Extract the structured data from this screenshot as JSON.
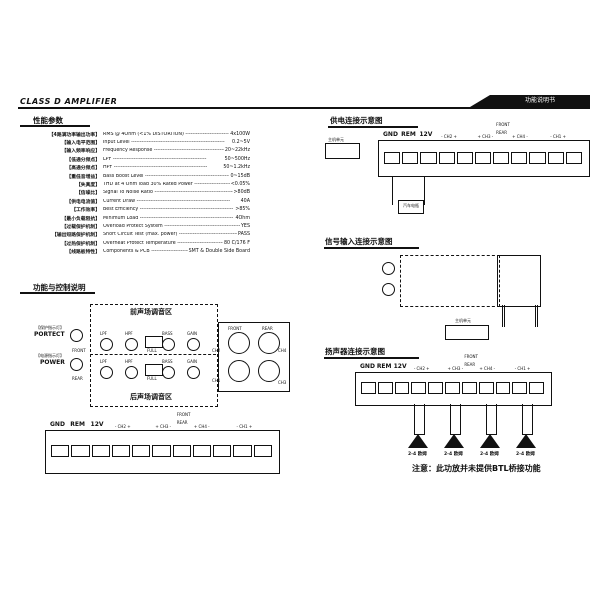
{
  "header": {
    "brand": "CLASS D AMPLIFIER",
    "tab": "功能说明书"
  },
  "specs": {
    "title": "性能参数",
    "rows": [
      {
        "label": "【4路满功率输出功率】",
        "name": "RMS @ 4Ohm (<1% DISTORTION)",
        "value": "4x100W"
      },
      {
        "label": "【输入电平范围】",
        "name": "Input Level",
        "value": "0.2~5V"
      },
      {
        "label": "【输入频率响应】",
        "name": "Frequency Response",
        "value": "20~22kHz"
      },
      {
        "label": "【低通分频点】",
        "name": "LPF",
        "value": "50~500Hz"
      },
      {
        "label": "【高通分频点】",
        "name": "HPF",
        "value": "50~1.2kHz"
      },
      {
        "label": "【重低音增益】",
        "name": "Bass Boost Level",
        "value": "0~15dB"
      },
      {
        "label": "【失真度】",
        "name": "THD at 4 Ohm load 30% Rated Power",
        "value": "<0.05%"
      },
      {
        "label": "【信噪比】",
        "name": "Signal To Noise Ratio",
        "value": ">80dB"
      },
      {
        "label": "【供电电流值】",
        "name": "Current Draw",
        "value": "40A"
      },
      {
        "label": "【工作效率】",
        "name": "Best Efficiency",
        "value": ">85%"
      },
      {
        "label": "【最小负载阻抗】",
        "name": "Minimum Load",
        "value": "4Ohm"
      },
      {
        "label": "【过载保护机制】",
        "name": "Overload Protect System",
        "value": "YES"
      },
      {
        "label": "【输出短路保护机制】",
        "name": "Short Circuit Test (max. power)",
        "value": "PASS"
      },
      {
        "label": "【过热保护机制】",
        "name": "Overheat Protect Temperature",
        "value": "80 C/176 F"
      },
      {
        "label": "【线路板特性】",
        "name": "Components & PCB",
        "value": "SMT & Double Side Board"
      }
    ]
  },
  "controls": {
    "title": "功能与控制说明",
    "front_zone": "前声场调音区",
    "rear_zone": "后声场调音区",
    "protect": "PORTECT",
    "protect_cn": "【保护指示灯】",
    "power": "POWER",
    "power_cn": "【电源指示灯】",
    "front": "FRONT",
    "rear": "REAR",
    "knobs": [
      "LPF",
      "HPF",
      "BASS",
      "GAIN"
    ],
    "full": "FULL",
    "ch": [
      "CH2",
      "CH4",
      "CH1",
      "CH3"
    ],
    "rca_front": "FRONT",
    "rca_rear": "REAR"
  },
  "terminals": {
    "gnd": "GND",
    "rem": "REM",
    "v12": "12V",
    "ch2": "- CH2 +",
    "ch3": "+ CH3 -",
    "ch4": "+ CH4 -",
    "ch1": "- CH1 +",
    "front": "FRONT",
    "rear": "REAR"
  },
  "power_diagram": {
    "title": "供电连接示意图",
    "head_unit": "主机单元",
    "battery": "汽车电瓶"
  },
  "signal_diagram": {
    "title": "信号输入连接示意图",
    "head_unit": "主机单元"
  },
  "speaker_diagram": {
    "title": "扬声器连接示意图",
    "speaker_label": "2-4 欧姆",
    "note": "注意：此功放并未提供BTL桥接功能"
  }
}
